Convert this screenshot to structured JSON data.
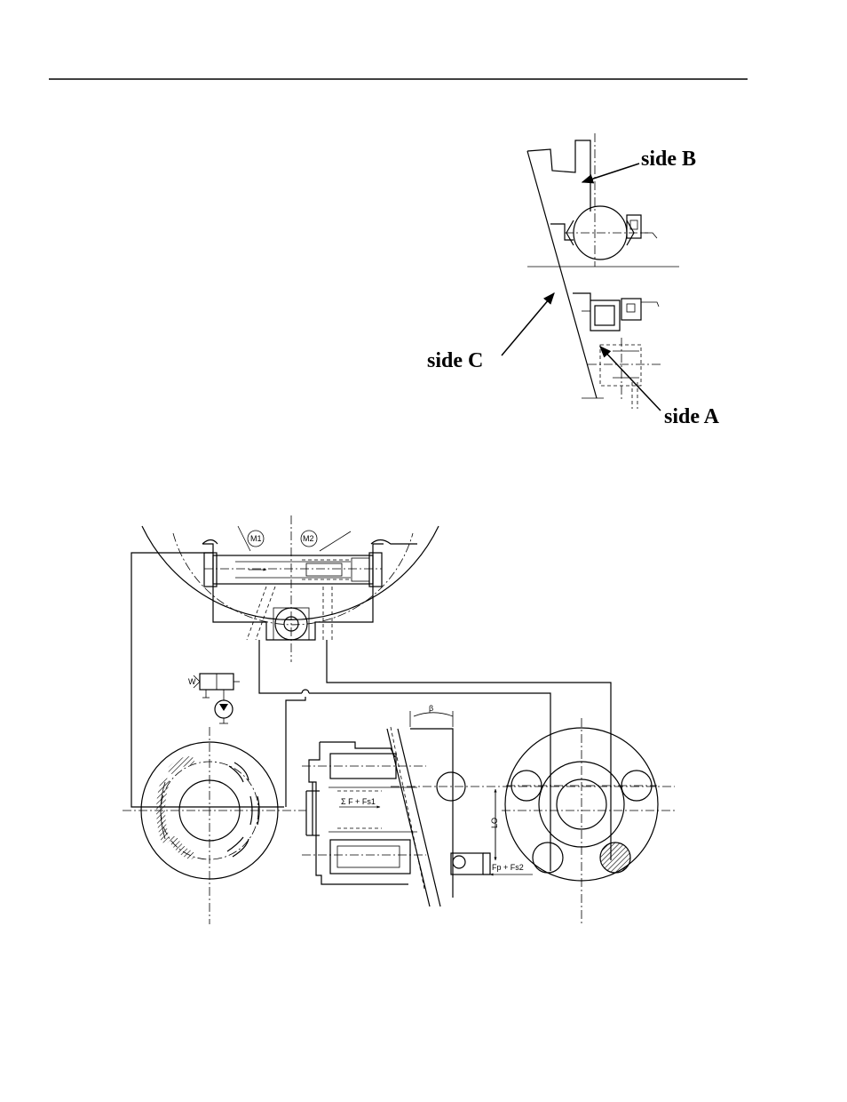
{
  "labels": {
    "side_b": "side B",
    "side_c": "side C",
    "side_a": "side A"
  },
  "annotations": {
    "m1": "M1",
    "m2": "M2",
    "w": "W",
    "beta": "β",
    "sum_force": "Σ F + Fs1",
    "lo": "LO",
    "fp_fs2": "Fp + Fs2"
  }
}
